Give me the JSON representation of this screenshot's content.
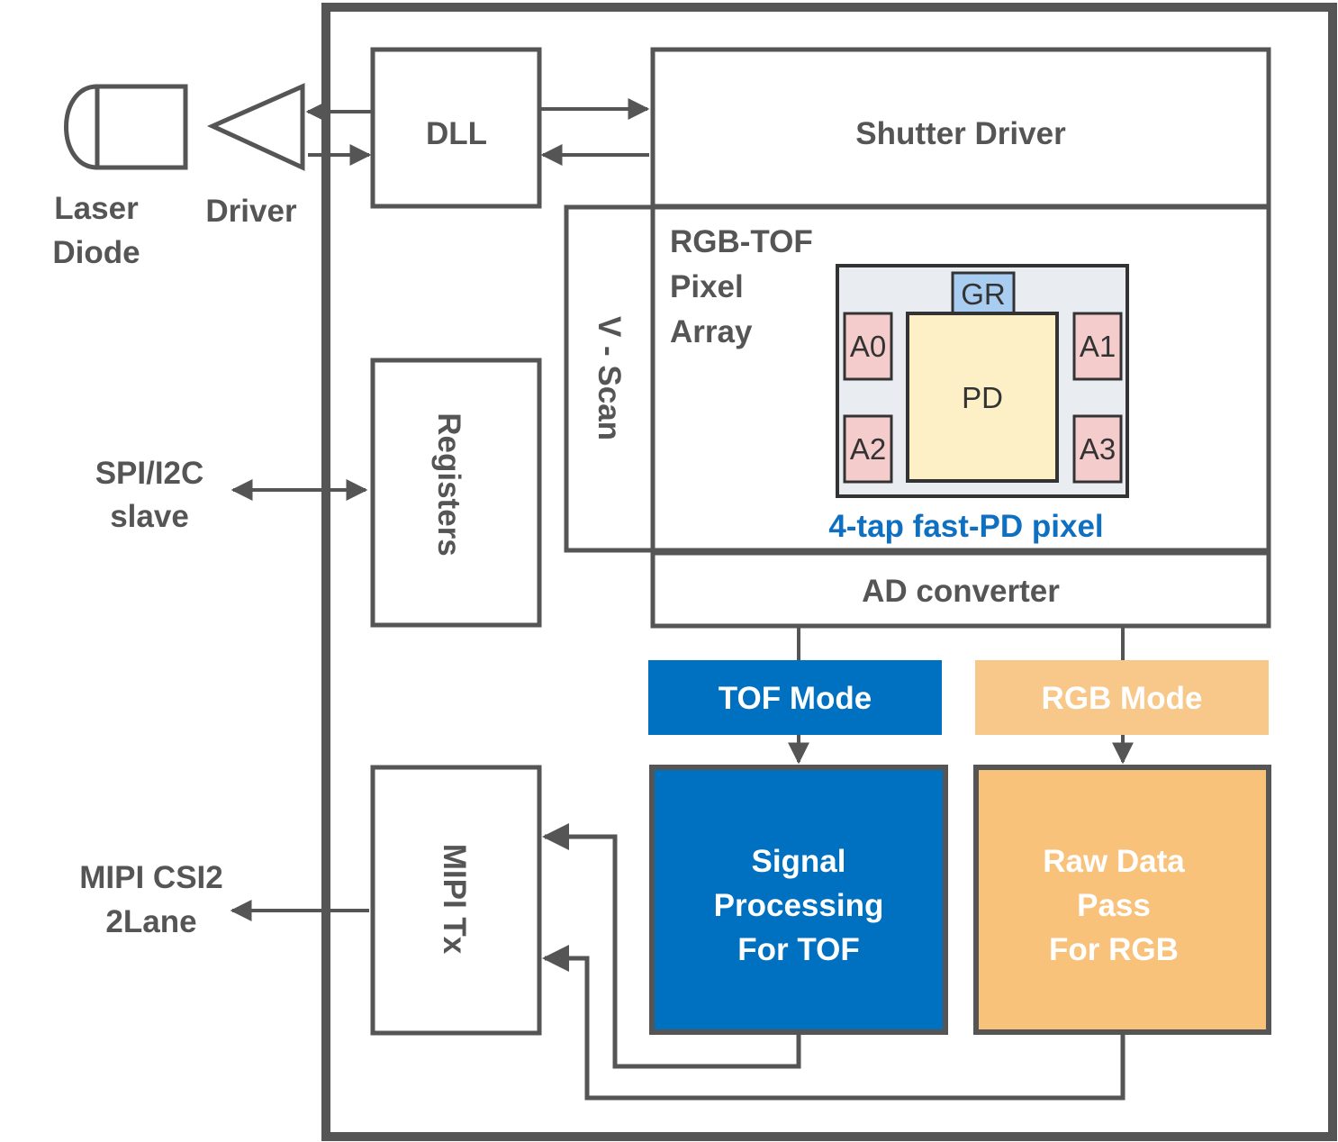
{
  "external": {
    "laser_diode": [
      "Laser",
      "Diode"
    ],
    "driver": "Driver",
    "spi": [
      "SPI/I2C",
      "slave"
    ],
    "mipi_out": [
      "MIPI CSI2",
      "2Lane"
    ]
  },
  "blocks": {
    "dll": "DLL",
    "shutter_driver": "Shutter Driver",
    "registers": "Registers",
    "v_scan": "V - Scan",
    "pixel_array": [
      "RGB-TOF",
      "Pixel",
      "Array"
    ],
    "ad_converter": "AD converter",
    "tof_mode": "TOF Mode",
    "rgb_mode": "RGB Mode",
    "signal_processing": [
      "Signal",
      "Processing",
      "For TOF"
    ],
    "raw_data": [
      "Raw Data",
      "Pass",
      "For RGB"
    ],
    "mipi_tx": "MIPI Tx"
  },
  "pixel": {
    "gr": "GR",
    "pd": "PD",
    "a0": "A0",
    "a1": "A1",
    "a2": "A2",
    "a3": "A3",
    "caption": "4-tap fast-PD pixel"
  },
  "colors": {
    "tof_blue": "#0070c0",
    "rgb_orange": "#f8c27a",
    "rgb_mode_orange": "#f8c88a",
    "caption_blue": "#0f6fc0",
    "tap_pink": "#f4cccc",
    "gr_blue": "#a9cdf0",
    "pd_cream": "#fdefc6",
    "pixel_bg": "#e9edf2",
    "line_gray": "#555555"
  }
}
